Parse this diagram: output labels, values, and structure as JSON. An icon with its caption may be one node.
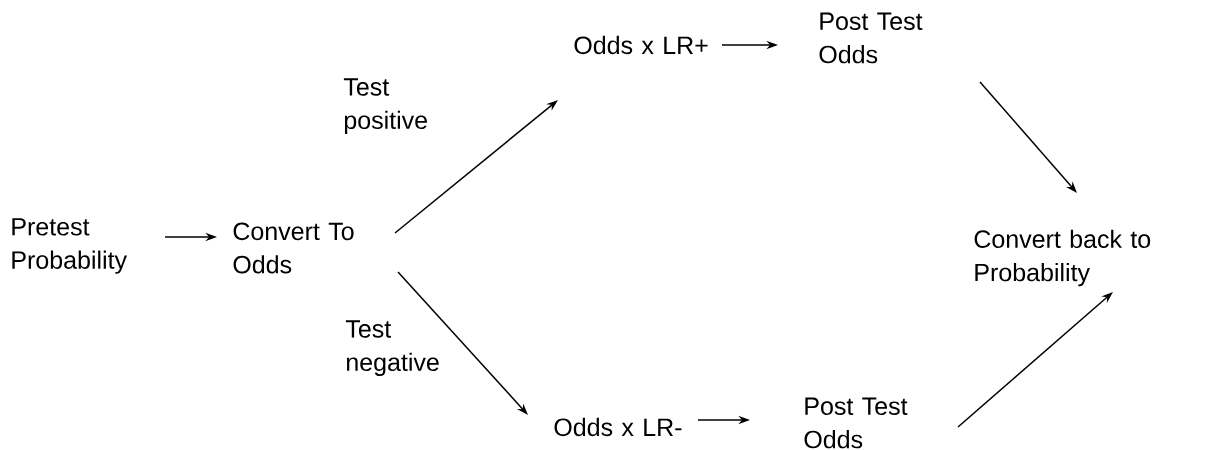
{
  "diagram": {
    "nodes": [
      {
        "text": [
          "Pretest Probability"
        ]
      },
      {
        "text": [
          "Convert To Odds"
        ]
      },
      {
        "text": [
          "Odds x LR+"
        ]
      },
      {
        "text": [
          "Post Test Odds"
        ]
      },
      {
        "text": [
          "Convert back to Probability"
        ]
      },
      {
        "text": [
          "Odds x LR-"
        ]
      },
      {
        "text": [
          "Post Test Odds"
        ]
      }
    ],
    "edges": [
      {
        "from": 0,
        "to": 1,
        "arrow": "to"
      },
      {
        "from": 1,
        "to": 2,
        "arrow": "to",
        "label": "Test positive"
      },
      {
        "from": 1,
        "to": 5,
        "arrow": "to",
        "label": "Test negative"
      },
      {
        "from": 2,
        "to": 3,
        "arrow": "to"
      },
      {
        "from": 3,
        "to": 4,
        "arrow": "to"
      },
      {
        "from": 5,
        "to": 6,
        "arrow": "to"
      },
      {
        "from": 6,
        "to": 4,
        "arrow": "to"
      }
    ]
  }
}
